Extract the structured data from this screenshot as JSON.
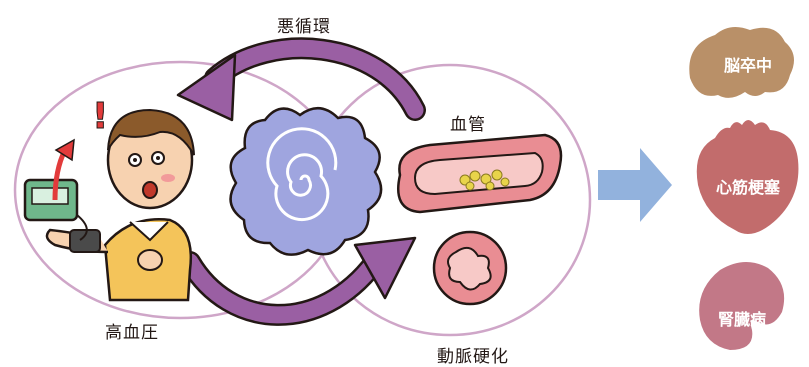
{
  "cycle_label": "悪循環",
  "hypertension_label": "高血圧",
  "vessel_label": "血管",
  "arteriosclerosis_label": "動脈硬化",
  "alert_mark": "!",
  "outcomes": [
    {
      "label": "脳卒中",
      "icon": "brain-icon",
      "color": "#b99068"
    },
    {
      "label": "心筋梗塞",
      "icon": "heart-icon",
      "color": "#c26c6c"
    },
    {
      "label": "腎臓病",
      "icon": "kidney-icon",
      "color": "#c27887"
    }
  ],
  "colors": {
    "loop_outline": "#cfa6c8",
    "arrow_purple": "#9a5fa3",
    "gear_blue": "#9fa5df",
    "vessel_pink": "#e98d93",
    "flow_arrow": "#92b2dd"
  }
}
